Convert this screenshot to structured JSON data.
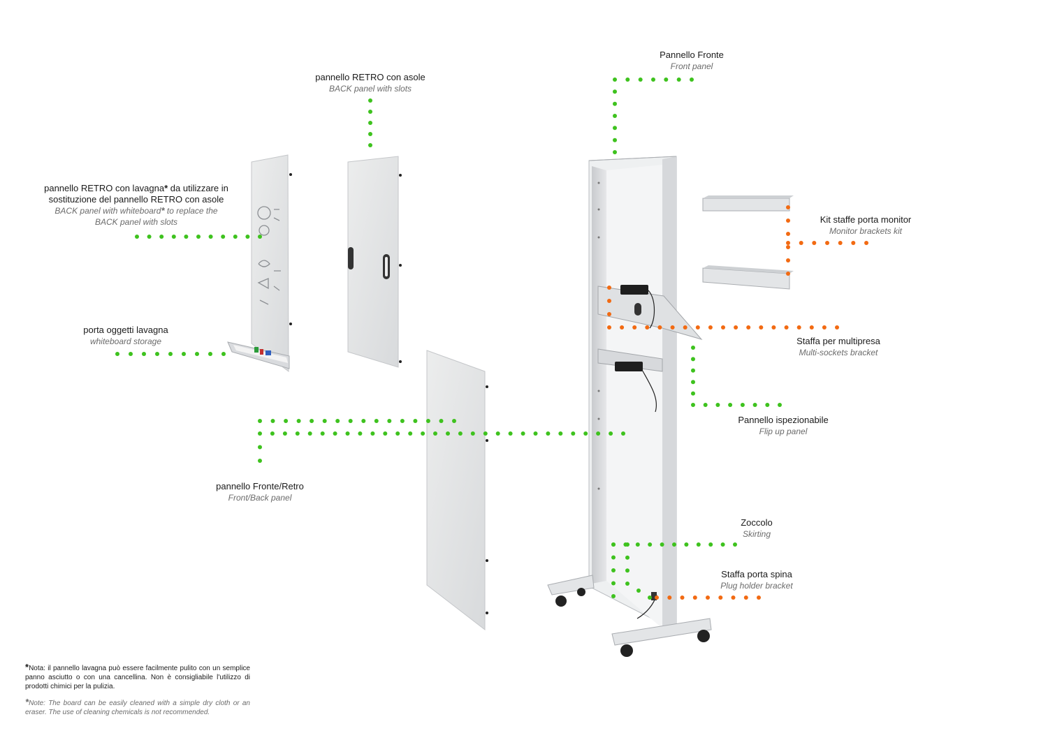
{
  "colors": {
    "green": "#3ec21e",
    "orange": "#f26a12",
    "panel": "#e4e5e7",
    "frame": "#d2d4d7",
    "edge": "#b9bcc0"
  },
  "labels": {
    "front_panel": {
      "it": "Pannello Fronte",
      "en": "Front panel"
    },
    "back_slots": {
      "it": "pannello RETRO con asole",
      "en": "BACK panel with slots"
    },
    "back_whiteboard": {
      "it1": "pannello RETRO con lavagna",
      "star": "*",
      "it2": " da utilizzare in",
      "it3": "sostituzione del pannello RETRO con asole",
      "en1": "BACK panel with whiteboard",
      "en_star": "*",
      "en2": " to replace the",
      "en3": "BACK panel with slots"
    },
    "whiteboard_storage": {
      "it": "porta oggetti lavagna",
      "en": "whiteboard storage"
    },
    "monitor_kit": {
      "it": "Kit staffe porta monitor",
      "en": "Monitor brackets kit"
    },
    "multisocket": {
      "it": "Staffa per multipresa",
      "en": "Multi-sockets bracket"
    },
    "flip_panel": {
      "it": "Pannello ispezionabile",
      "en": "Flip up panel"
    },
    "front_back": {
      "it": "pannello Fronte/Retro",
      "en": "Front/Back panel"
    },
    "skirting": {
      "it": "Zoccolo",
      "en": "Skirting"
    },
    "plug_bracket": {
      "it": "Staffa porta spina",
      "en": "Plug holder bracket"
    }
  },
  "notes": {
    "star": "*",
    "it": "Nota: il pannello lavagna può essere facilmente pulito con un semplice panno asciutto o con una cancellina. Non è consigliabile l'utilizzo di prodotti chimici per la pulizia.",
    "en": "Note: The board can be easily cleaned with a simple dry cloth or an eraser. The use of cleaning chemicals is not recommended."
  }
}
